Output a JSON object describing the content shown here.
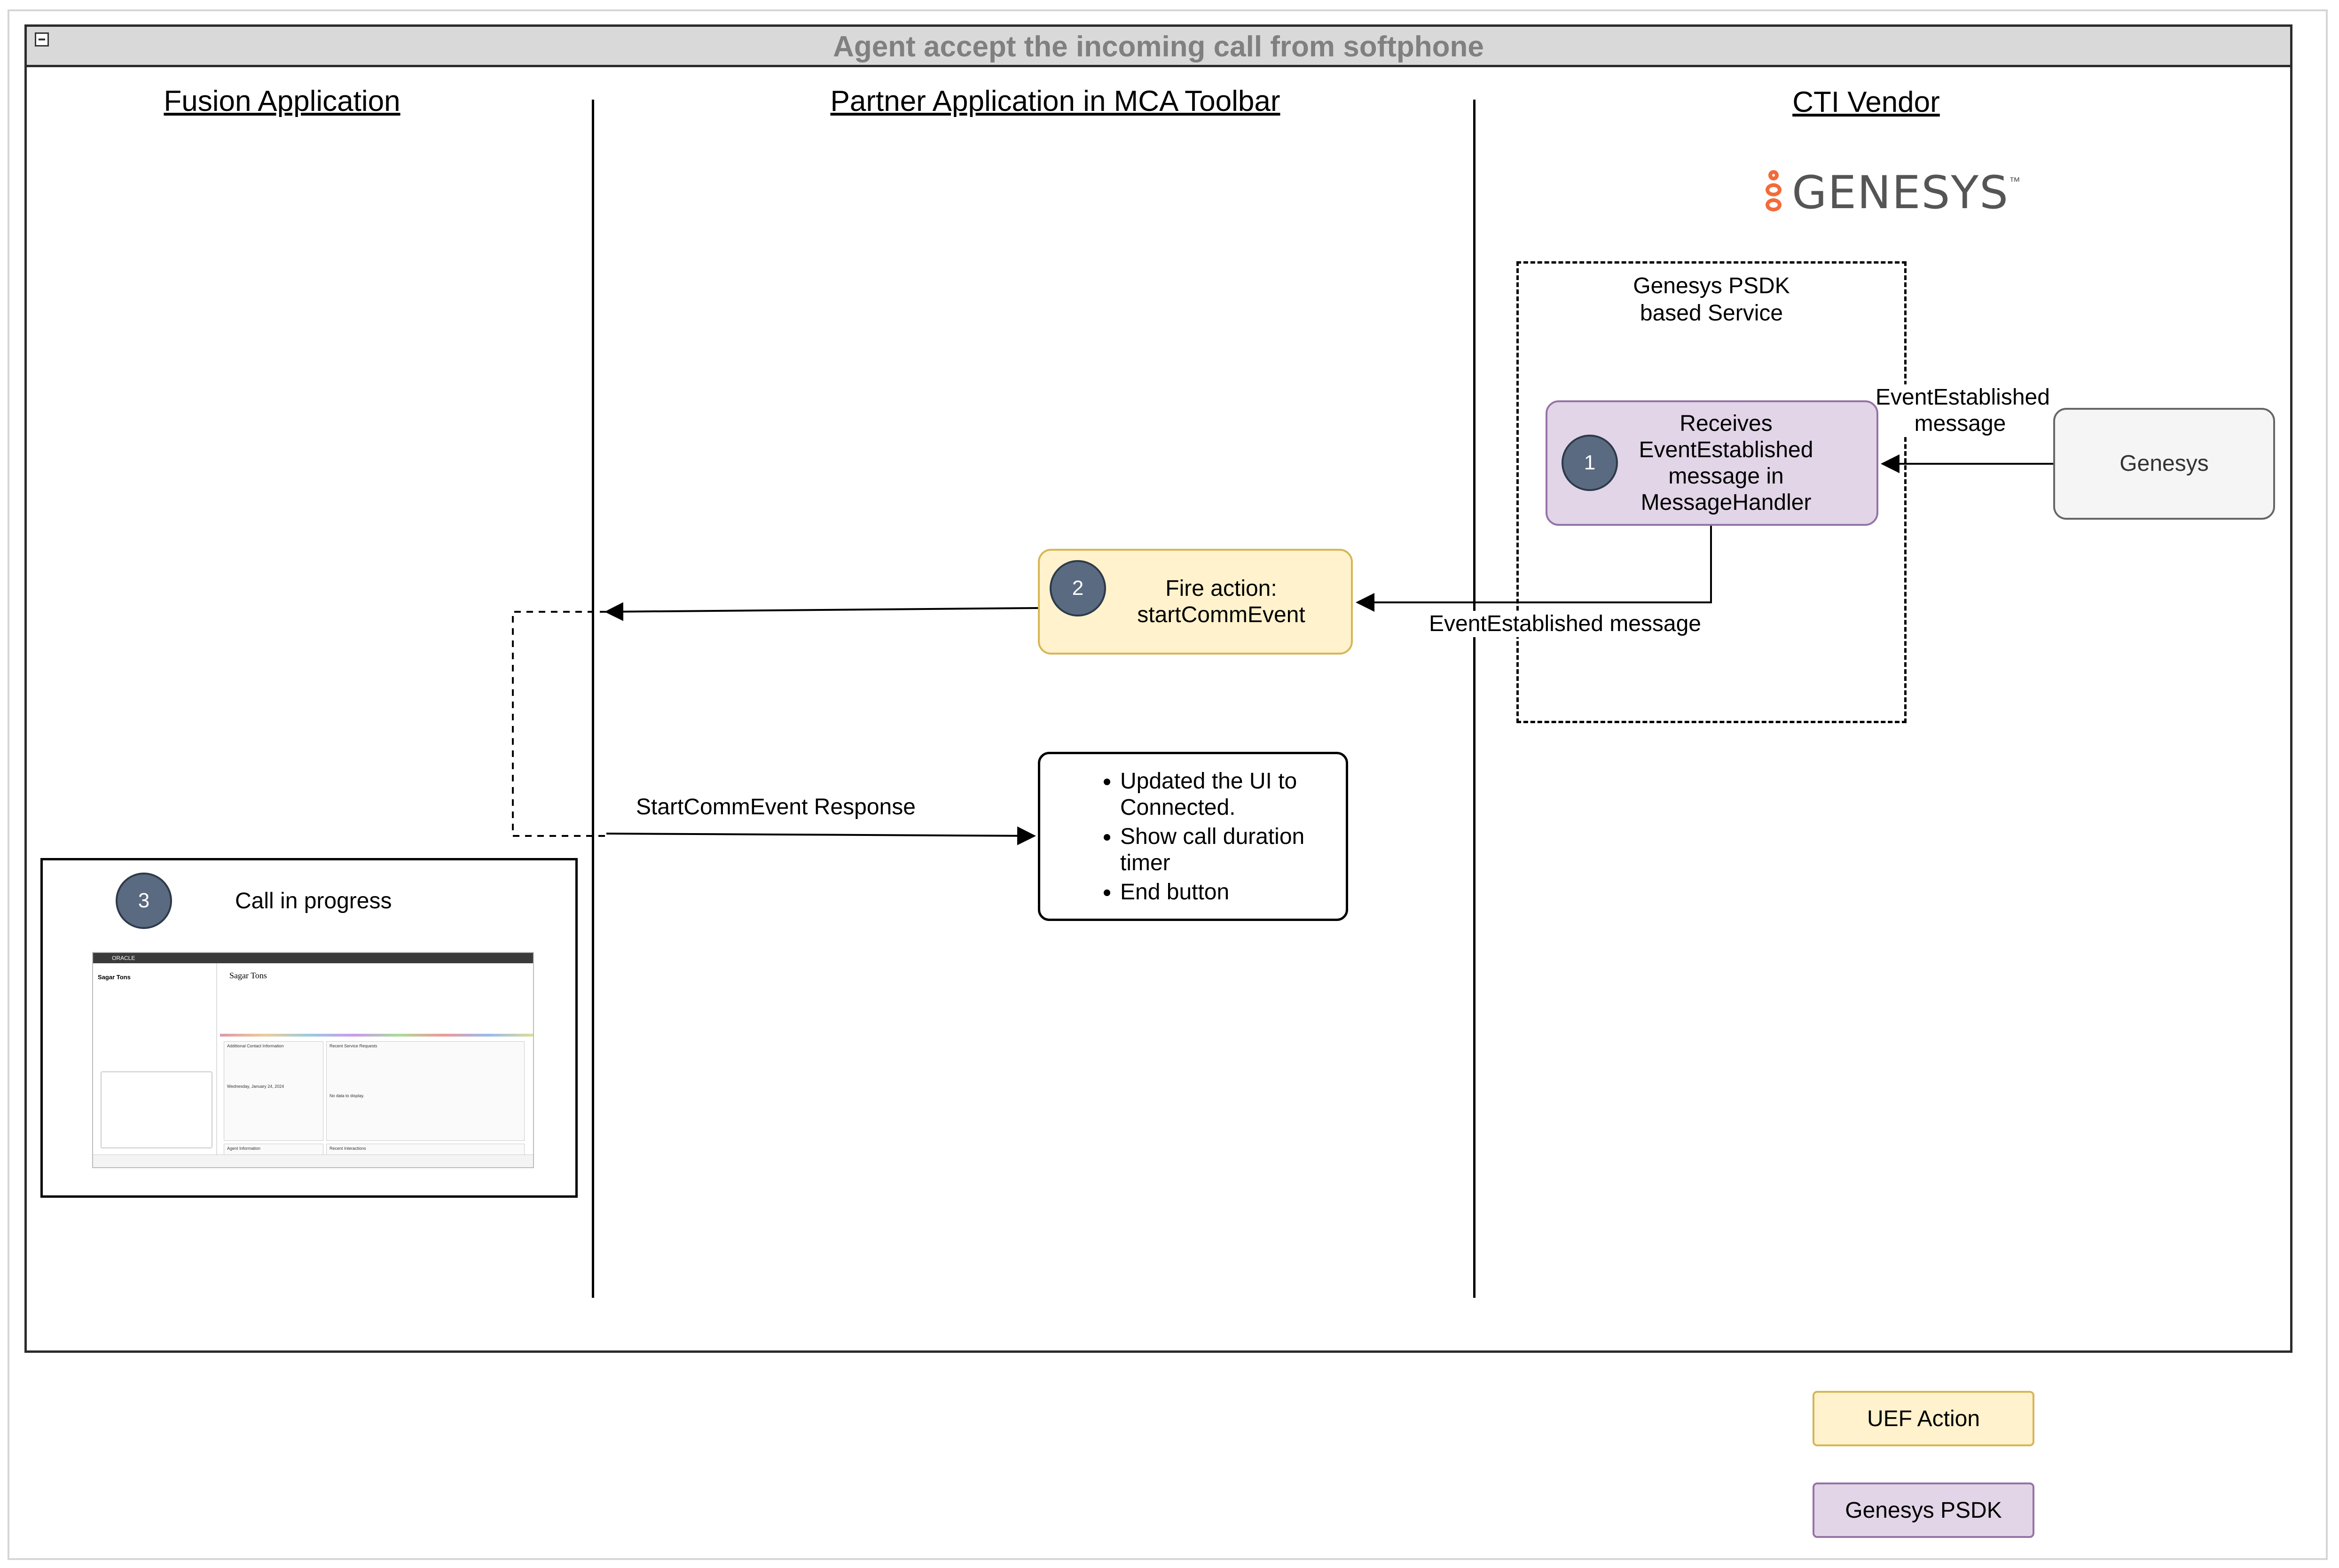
{
  "container": {
    "title": "Agent accept the incoming call from softphone"
  },
  "lanes": [
    {
      "title": "Fusion Application"
    },
    {
      "title": "Partner Application in MCA Toolbar"
    },
    {
      "title": "CTI Vendor"
    }
  ],
  "vendor_logo": {
    "text": "GENESYS",
    "trademark": "™"
  },
  "psdk_group": {
    "title": "Genesys PSDK based Service"
  },
  "nodes": {
    "receives": {
      "badge": "1",
      "text": "Receives EventEstablished message in MessageHandler"
    },
    "genesys": {
      "text": "Genesys"
    },
    "fire_action": {
      "badge": "2",
      "text": "Fire action: startCommEvent"
    },
    "ui_update": {
      "items": [
        "Updated the UI to Connected.",
        "Show call duration timer",
        "End button"
      ]
    },
    "call": {
      "badge": "3",
      "text": "Call in progress"
    }
  },
  "edges": {
    "genesys_to_handler": "EventEstablished message",
    "handler_to_fire": "EventEstablished message",
    "response": "StartCommEvent Response"
  },
  "legend": [
    {
      "label": "UEF Action",
      "color": "#fff2cc",
      "border": "#d6b656"
    },
    {
      "label": "Genesys PSDK",
      "color": "#e1d5e7",
      "border": "#9673a6"
    }
  ],
  "screenshot_thumb": {
    "brand": "ORACLE",
    "contact_name": "Sagar Tons",
    "headline": "Sagar Tons",
    "sections": [
      "Additional Contact Information",
      "Recent Service Requests",
      "Agent Information",
      "Recent Interactions"
    ],
    "empty_text": "No data to display.",
    "contact_date": "Wednesday, January 24, 2024"
  }
}
